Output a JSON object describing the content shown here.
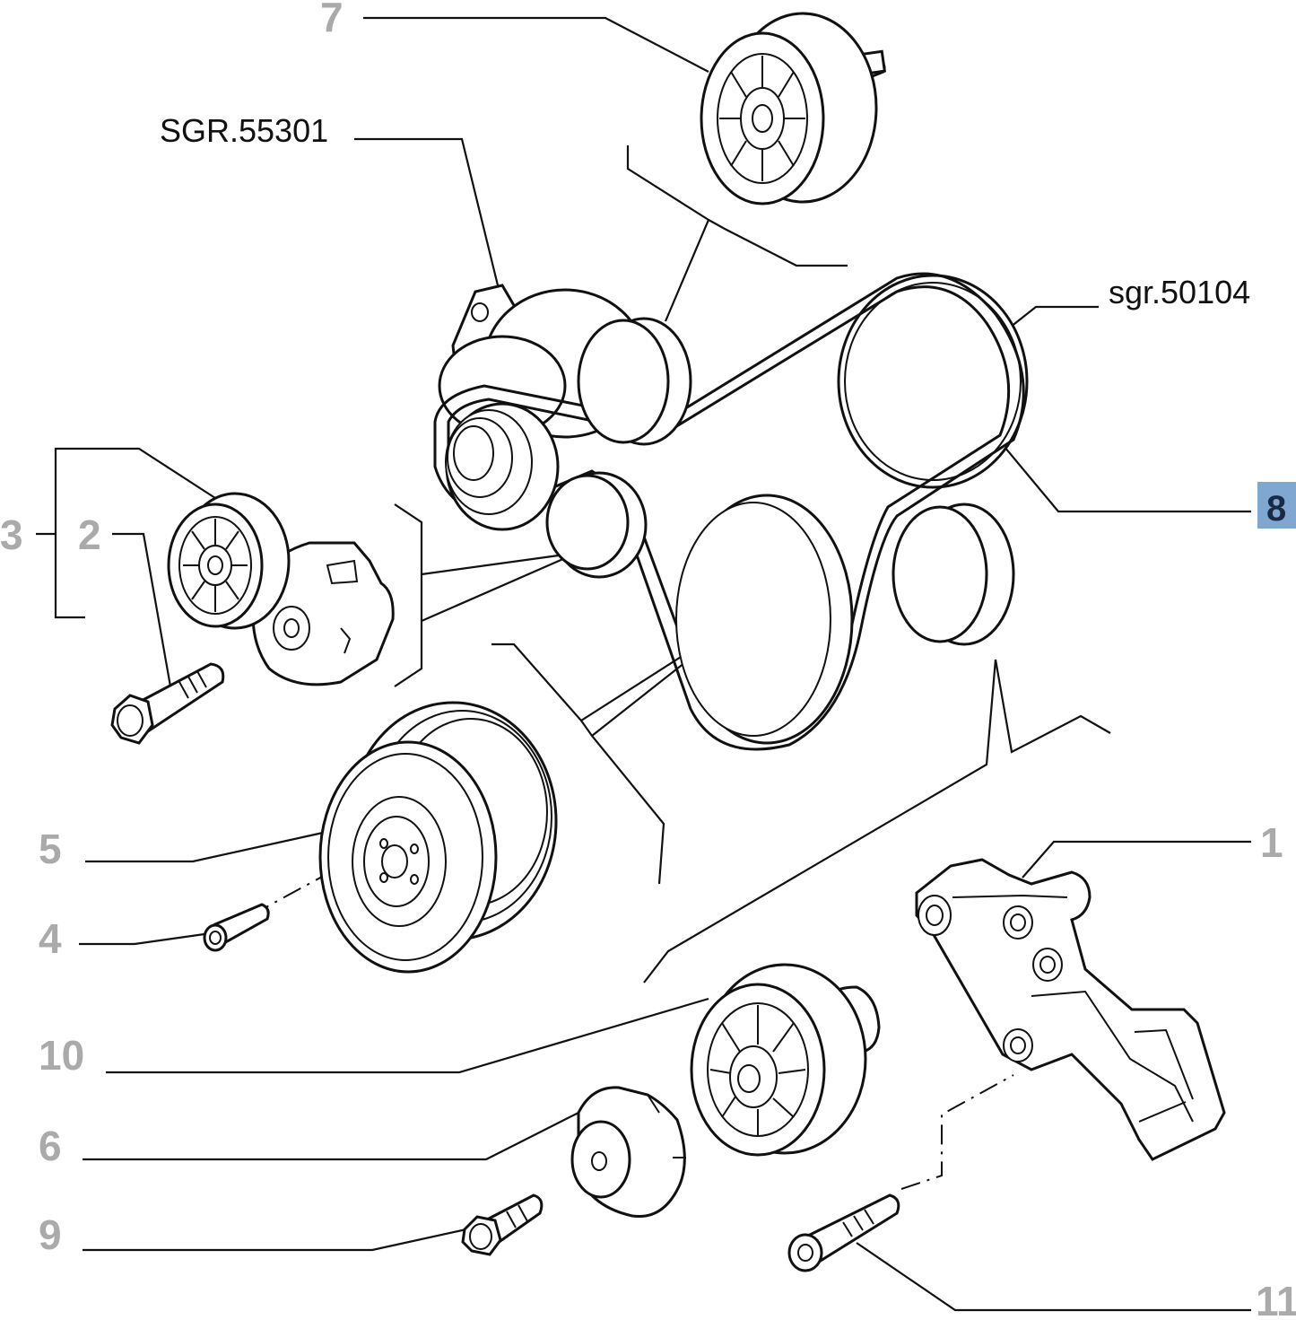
{
  "diagram": {
    "callouts": {
      "item_1": "1",
      "item_2": "2",
      "item_3": "3",
      "item_4": "4",
      "item_5": "5",
      "item_6": "6",
      "item_7": "7",
      "item_8": "8",
      "item_9": "9",
      "item_10": "10",
      "item_11": "11"
    },
    "references": {
      "upper_left": "SGR.55301",
      "upper_right": "sgr.50104"
    },
    "colors": {
      "callout_gray": "#aaaaaa",
      "highlight_box": "#7fa7d0",
      "highlight_text": "#1a2a44",
      "line": "#111111"
    }
  }
}
